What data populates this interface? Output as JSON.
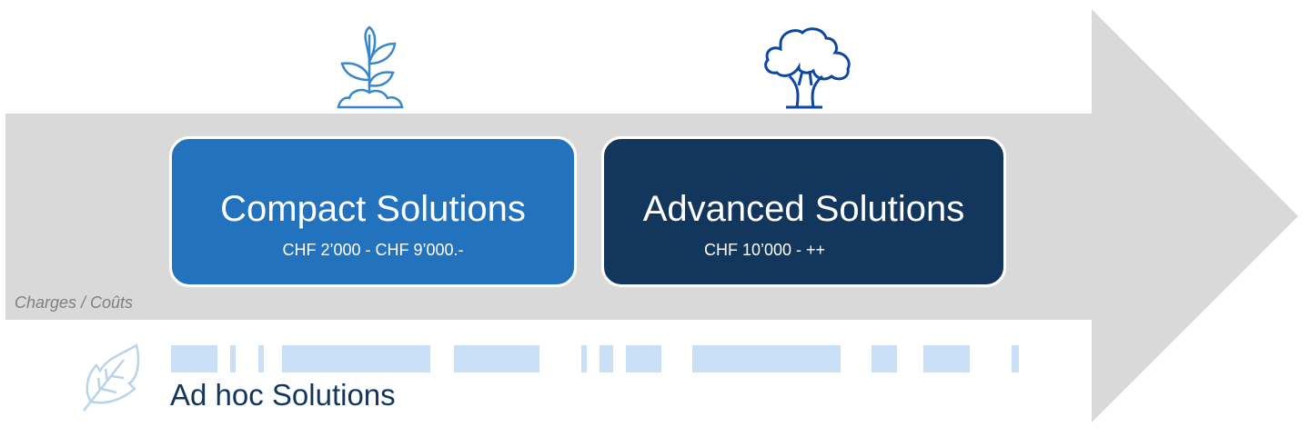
{
  "axis_label": "Charges / Coûts",
  "compact": {
    "title": "Compact Solutions",
    "price": "CHF 2’000  -  CHF 9’000.-",
    "color": "#2272bd",
    "icon": "sprout-icon"
  },
  "advanced": {
    "title": "Advanced Solutions",
    "price": "CHF 10’000  -  ++",
    "color": "#12365c",
    "icon": "tree-icon"
  },
  "adhoc": {
    "title": "Ad hoc Solutions",
    "icon": "leaf-icon",
    "color": "#c9dff5"
  },
  "arrow_color": "#d9d9d9"
}
